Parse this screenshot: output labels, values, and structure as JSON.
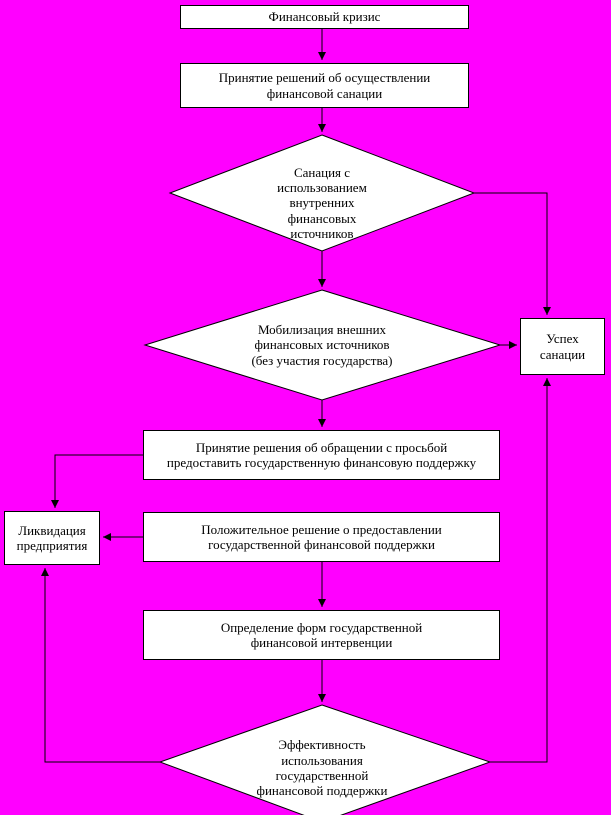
{
  "page": {
    "background_color": "#FF00FF",
    "node_fill_color": "#FFFFFF",
    "line_color": "#000000"
  },
  "nodes": {
    "crisis": {
      "label": "Финансовый кризис"
    },
    "sanation_decision": {
      "label": "Принятие решений об осуществлении\nфинансовой санации"
    },
    "internal_sanation": {
      "label": "Санация с\nиспользованием\nвнутренних\nфинансовых\nисточников"
    },
    "external_mobilization": {
      "label": "Мобилизация внешних\nфинансовых источников\n(без участия государства)"
    },
    "state_support_request": {
      "label": "Принятие решения об обращении с просьбой\nпредоставить государственную финансовую поддержку"
    },
    "positive_decision": {
      "label": "Положительное решение о предоставлении\nгосударственной финансовой поддержки"
    },
    "intervention_forms": {
      "label": "Определение форм государственной\nфинансовой интервенции"
    },
    "support_effectiveness": {
      "label": "Эффективность\nиспользования\nгосударственной\nфинансовой поддержки"
    },
    "sanation_success": {
      "label": "Успех\nсанации"
    },
    "liquidation": {
      "label": "Ликвидация\nпредприятия"
    }
  }
}
